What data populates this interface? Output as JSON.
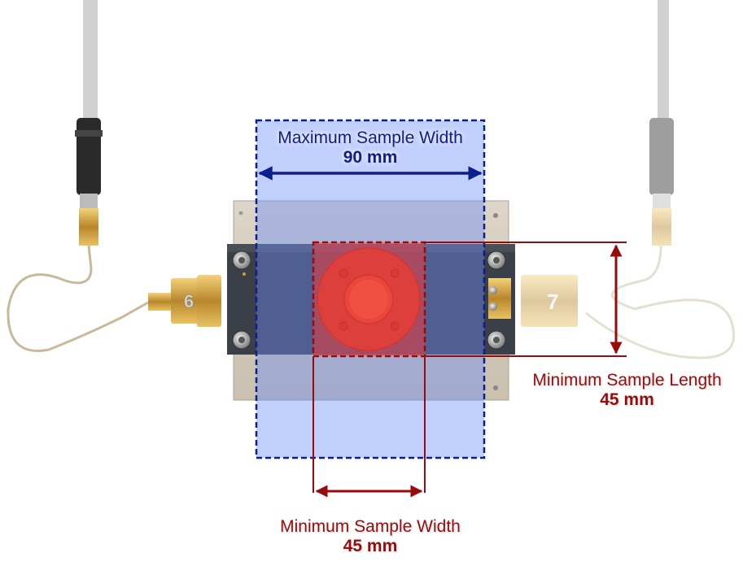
{
  "colors": {
    "max_box": "#0d1f8c",
    "max_fill": "#6b8cf7",
    "min_box": "#9b0a0a",
    "min_fill": "#ee3b3b"
  },
  "max_width": {
    "title": "Maximum Sample Width",
    "value": "90 mm"
  },
  "min_length": {
    "title": "Minimum Sample Length",
    "value": "45 mm"
  },
  "min_width": {
    "title": "Minimum Sample Width",
    "value": "45 mm"
  },
  "ports": {
    "left": "6",
    "right": "7"
  }
}
